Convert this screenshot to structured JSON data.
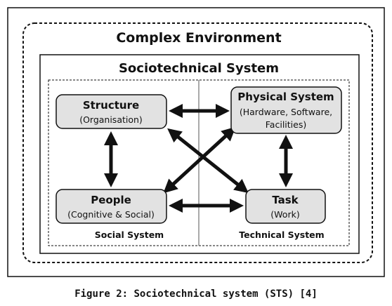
{
  "colors": {
    "node_fill": "#e2e2e2",
    "stroke": "#111111",
    "background": "#ffffff"
  },
  "labels": {
    "outer": "Complex Environment",
    "inner": "Sociotechnical System",
    "social": "Social System",
    "technical": "Technical System"
  },
  "nodes": {
    "structure": {
      "title": "Structure",
      "lines": [
        "(Organisation)"
      ]
    },
    "physical": {
      "title": "Physical System",
      "lines": [
        "(Hardware, Software,",
        "Facilities)"
      ]
    },
    "people": {
      "title": "People",
      "lines": [
        "(Cognitive & Social)"
      ]
    },
    "task": {
      "title": "Task",
      "lines": [
        "(Work)"
      ]
    }
  },
  "edges": [
    {
      "from": "structure",
      "to": "physical"
    },
    {
      "from": "structure",
      "to": "people"
    },
    {
      "from": "structure",
      "to": "task"
    },
    {
      "from": "physical",
      "to": "people"
    },
    {
      "from": "physical",
      "to": "task"
    },
    {
      "from": "people",
      "to": "task"
    }
  ],
  "caption": "Figure 2: Sociotechnical system (STS) [4]"
}
